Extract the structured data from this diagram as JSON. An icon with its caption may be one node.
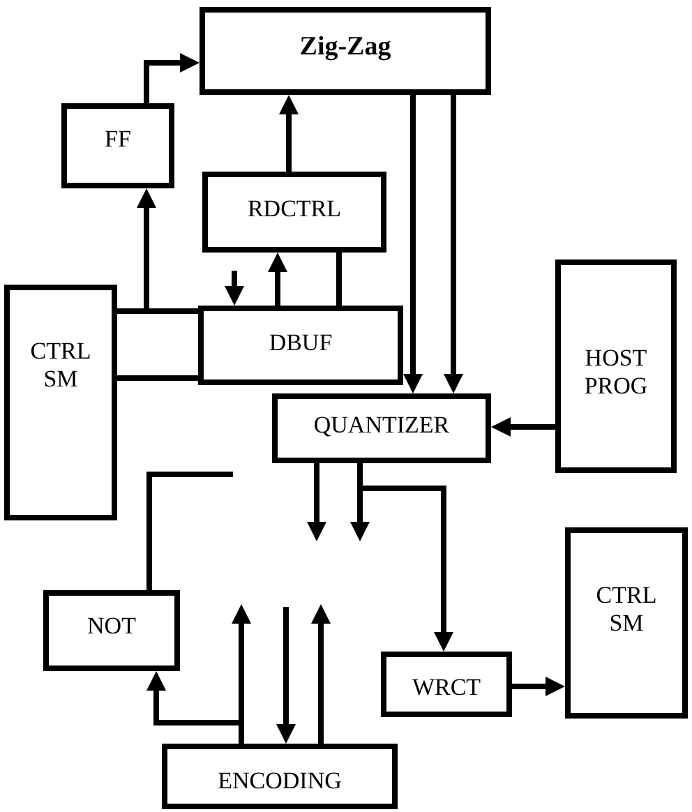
{
  "diagram": {
    "nodes": [
      {
        "text": [
          "Zig-Zag"
        ]
      },
      {
        "text": [
          "FF"
        ]
      },
      {
        "text": [
          "RDCTRL"
        ]
      },
      {
        "text": [
          "CTRL SM"
        ]
      },
      {
        "text": [
          "DBUF"
        ]
      },
      {
        "text": [
          "QUANTIZER"
        ]
      },
      {
        "text": [
          "HOST PROG"
        ]
      },
      {
        "text": [
          "CTRL SM"
        ]
      },
      {
        "text": [
          "NOT"
        ]
      },
      {
        "text": [
          "WRCT"
        ]
      },
      {
        "text": [
          "ENCODING"
        ]
      }
    ],
    "edges": [
      {
        "from": 1,
        "to": 0,
        "arrow": "to"
      },
      {
        "from": 3,
        "to": 1,
        "arrow": "to"
      },
      {
        "from": 3,
        "to": 4,
        "arrow": "none"
      },
      {
        "from": 3,
        "to": 4,
        "arrow": "none"
      },
      {
        "from": 2,
        "to": 0,
        "arrow": "to"
      },
      {
        "from": 4,
        "to": 2,
        "arrow": "to"
      },
      {
        "from": 2,
        "to": 4,
        "arrow": "none"
      },
      {
        "from": null,
        "to": 4,
        "arrow": "to"
      },
      {
        "from": 0,
        "to": 5,
        "arrow": "to"
      },
      {
        "from": 0,
        "to": 5,
        "arrow": "to"
      },
      {
        "from": 6,
        "to": 5,
        "arrow": "to"
      },
      {
        "from": 5,
        "to": null,
        "arrow": "to"
      },
      {
        "from": 5,
        "to": null,
        "arrow": "to"
      },
      {
        "from": 5,
        "to": 9,
        "arrow": "to"
      },
      {
        "from": 8,
        "to": null,
        "arrow": "none"
      },
      {
        "from": 10,
        "to": null,
        "arrow": "to"
      },
      {
        "from": 10,
        "to": 8,
        "arrow": "to"
      },
      {
        "from": null,
        "to": 10,
        "arrow": "to"
      },
      {
        "from": 10,
        "to": null,
        "arrow": "to"
      },
      {
        "from": 9,
        "to": 7,
        "arrow": "to"
      }
    ]
  }
}
